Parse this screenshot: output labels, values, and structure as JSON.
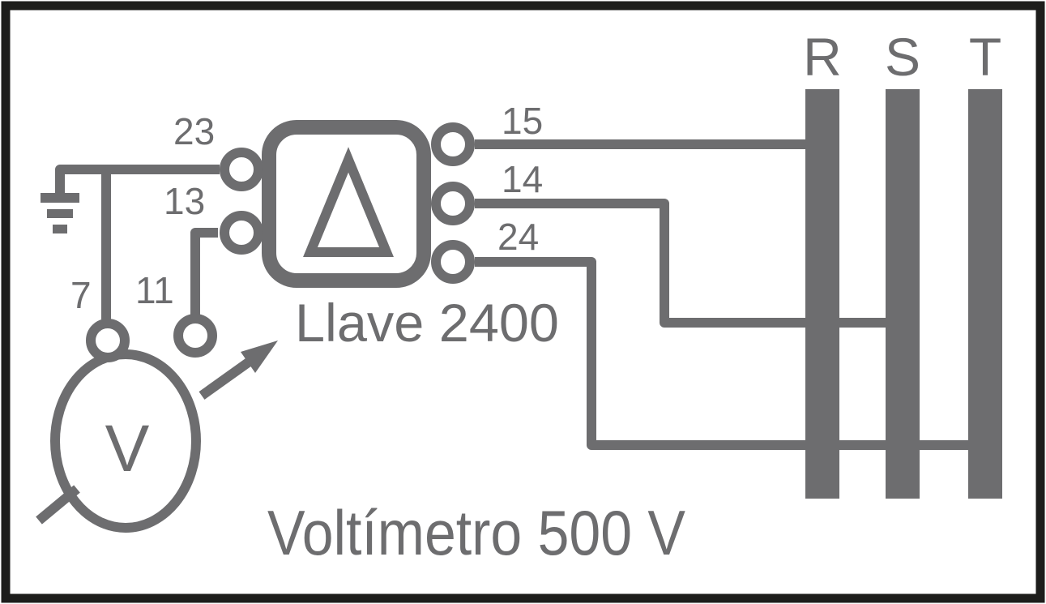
{
  "diagram": {
    "background": "#ffffff",
    "line_color": "#6d6d6f",
    "border_color": "#1d1d1b",
    "switch_label": "Llave 2400",
    "voltmeter_label": "Voltímetro 500 V",
    "voltmeter_symbol": "V",
    "phases": [
      {
        "label": "R"
      },
      {
        "label": "S"
      },
      {
        "label": "T"
      }
    ],
    "terminals": {
      "t23": "23",
      "t13": "13",
      "t7": "7",
      "t11": "11",
      "t15": "15",
      "t14": "14",
      "t24": "24"
    }
  }
}
